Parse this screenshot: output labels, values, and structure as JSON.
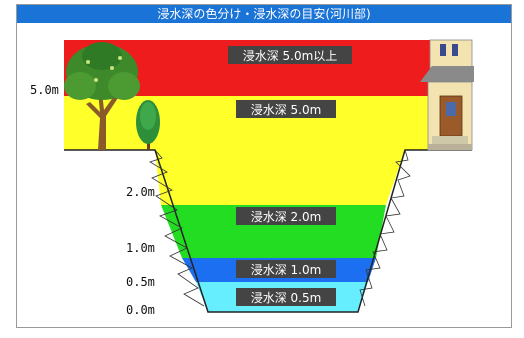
{
  "title": "浸水深の色分け・浸水深の目安(河川部)",
  "bands": [
    {
      "key": "over5",
      "label": "浸水深 5.0m以上",
      "color": "#ee1c1c"
    },
    {
      "key": "to5",
      "label": "浸水深 5.0m",
      "color": "#ffff2a"
    },
    {
      "key": "to2",
      "label": "浸水深 2.0m",
      "color": "#22dd22"
    },
    {
      "key": "to1",
      "label": "浸水深 1.0m",
      "color": "#1c6ff0"
    },
    {
      "key": "to05",
      "label": "浸水深 0.5m",
      "color": "#66eeff"
    }
  ],
  "depth_labels": [
    "5.0m",
    "2.0m",
    "1.0m",
    "0.5m",
    "0.0m"
  ],
  "icons": [
    "tree-icon",
    "shrub-icon",
    "house-icon"
  ]
}
